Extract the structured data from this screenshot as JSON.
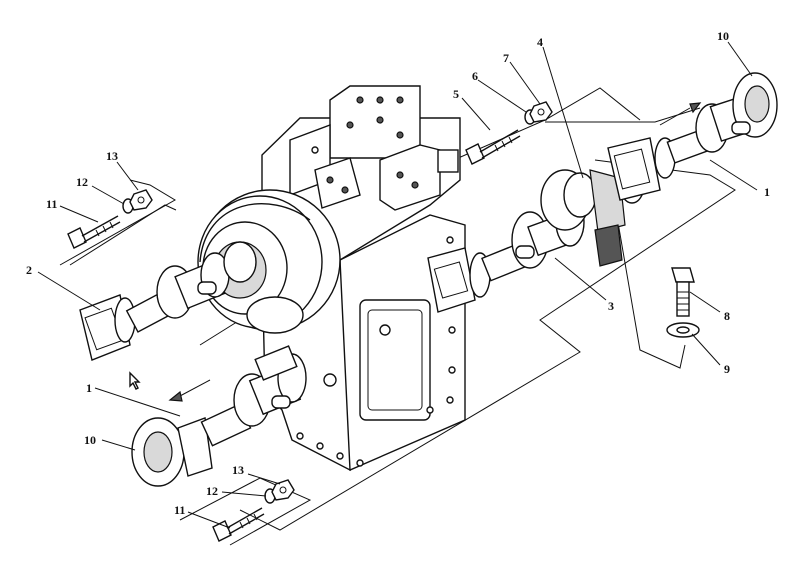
{
  "callouts": {
    "c1_right": "1",
    "c1_left": "1",
    "c2": "2",
    "c3": "3",
    "c4": "4",
    "c5": "5",
    "c6": "6",
    "c7": "7",
    "c8": "8",
    "c9": "9",
    "c10_right": "10",
    "c10_left": "10",
    "c11_top": "11",
    "c11_bottom": "11",
    "c12_top": "12",
    "c12_bottom": "12",
    "c13_top": "13",
    "c13_bottom": "13"
  },
  "colors": {
    "line": "#111111",
    "background": "#ffffff",
    "shade": "#d9d9d9"
  }
}
